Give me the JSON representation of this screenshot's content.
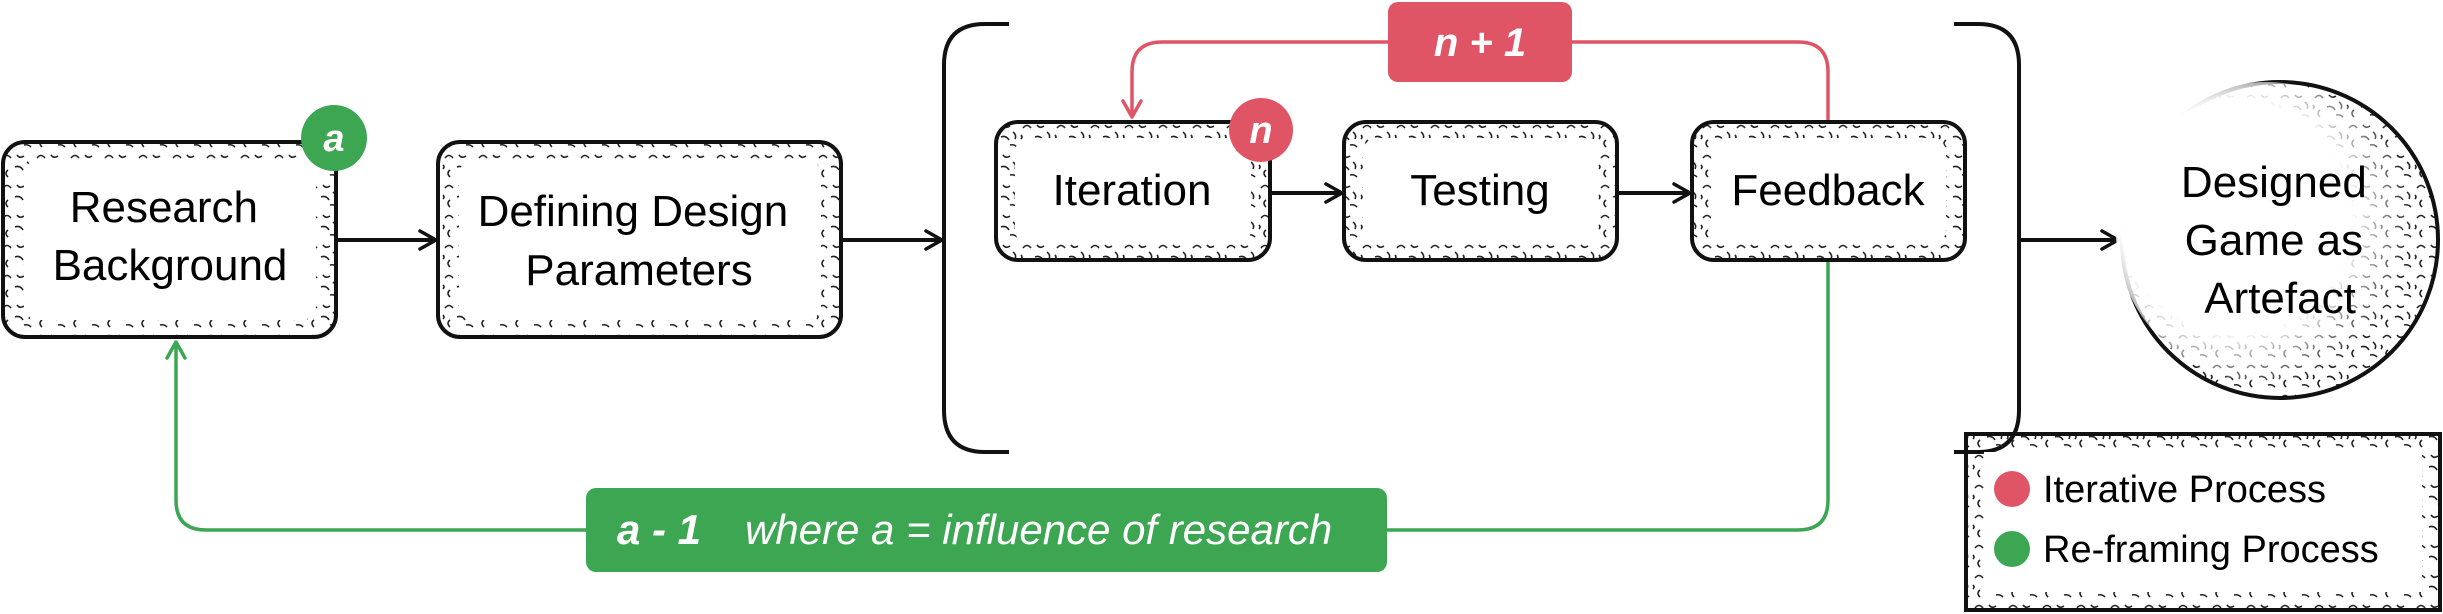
{
  "nodes": {
    "research_background": [
      "Research",
      "Background"
    ],
    "defining_design_parameters": [
      "Defining Design",
      "Parameters"
    ],
    "iteration": "Iteration",
    "testing": "Testing",
    "feedback": "Feedback",
    "designed_game": [
      "Designed",
      "Game as",
      "Artefact"
    ]
  },
  "badges": {
    "a": "a",
    "n": "n",
    "n_plus_one": "n + 1",
    "a_minus_one": "a - 1",
    "a_definition": "where a = influence of research"
  },
  "legend": {
    "iterative": "Iterative Process",
    "reframing": "Re-framing Process"
  },
  "colors": {
    "iterative": "#e05566",
    "reframing": "#3da653",
    "outline": "#111111"
  }
}
